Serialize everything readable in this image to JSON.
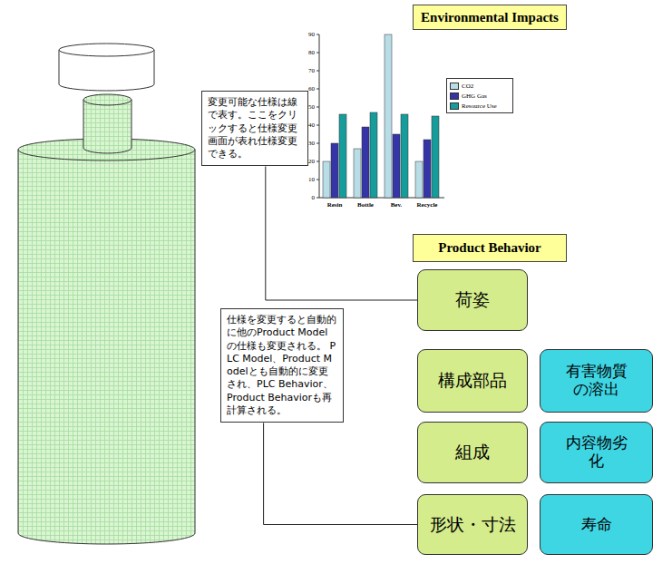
{
  "diagram": {
    "nodes": [
      {
        "text": [
          "Environmental Impacts"
        ]
      },
      {
        "text": [
          "変更可能な仕様は線で表す。ここをクリックすると仕様変更画面が表れ仕様変更できる。"
        ]
      },
      {
        "text": [
          "Product Behavior"
        ]
      },
      {
        "text": [
          "荷姿"
        ]
      },
      {
        "text": [
          "仕様を変更すると自動的に他のProduct Modelの仕様も変更される。 PLC Model、Product Modelとも自動的に変更され、PLC Behavior、Product Behaviorも再計算される。"
        ]
      },
      {
        "text": [
          "構成部品"
        ]
      },
      {
        "text": [
          "有害物質の溶出"
        ]
      },
      {
        "text": [
          "組成"
        ]
      },
      {
        "text": [
          "内容物劣化"
        ]
      },
      {
        "text": [
          "形状・寸法"
        ]
      },
      {
        "text": [
          "寿命"
        ]
      }
    ],
    "edges": [
      {
        "from": 1,
        "to": 3,
        "arrow": "none"
      },
      {
        "from": 4,
        "to": 9,
        "arrow": "none"
      }
    ],
    "labels": [
      "0",
      "10",
      "20",
      "30",
      "40",
      "50",
      "60",
      "70",
      "80",
      "90",
      "Resin",
      "Bottle",
      "Bev.",
      "Recycle"
    ],
    "legend": [
      {
        "text": "CO2",
        "color": "#b8dde6"
      },
      {
        "text": "GHG Gas",
        "color": "#3535a8"
      },
      {
        "text": "Resource Use",
        "color": "#179c9c"
      }
    ]
  }
}
